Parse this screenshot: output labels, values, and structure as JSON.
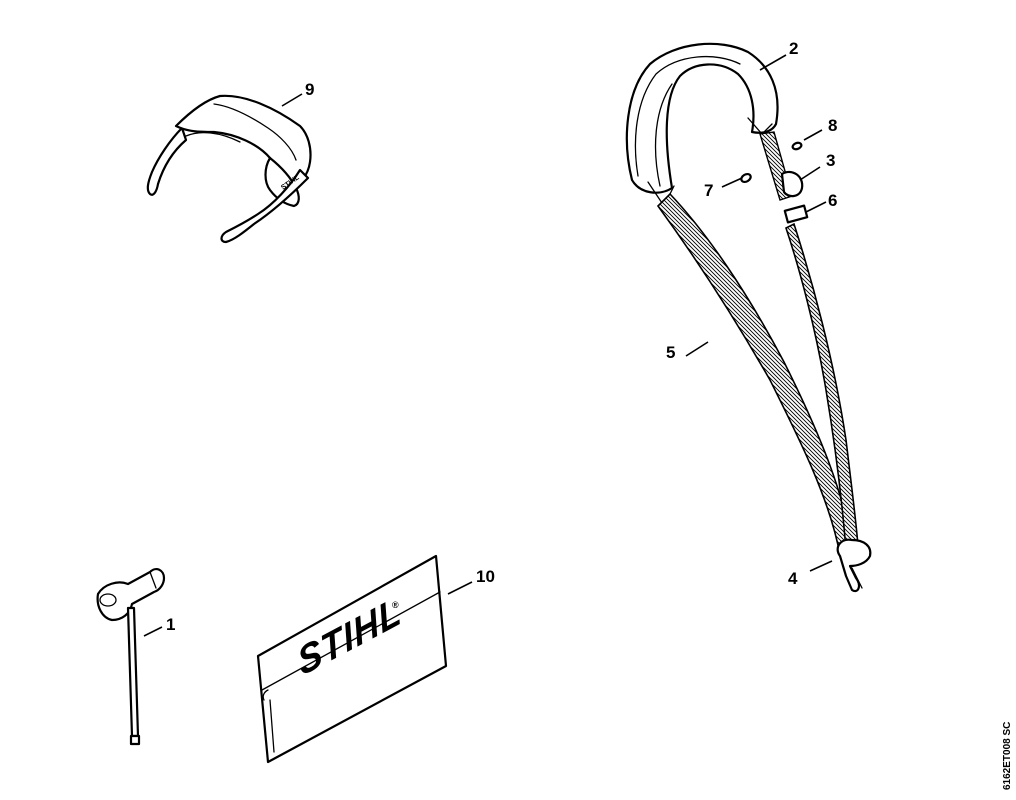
{
  "callouts": {
    "c1": "1",
    "c2": "2",
    "c3": "3",
    "c4": "4",
    "c5": "5",
    "c6": "6",
    "c7": "7",
    "c8": "8",
    "c9": "9",
    "c10": "10"
  },
  "logo": {
    "brand": "STIHL",
    "registered": "®",
    "glasses_print": "STIHL"
  },
  "document_code": "6162ET008 SC"
}
